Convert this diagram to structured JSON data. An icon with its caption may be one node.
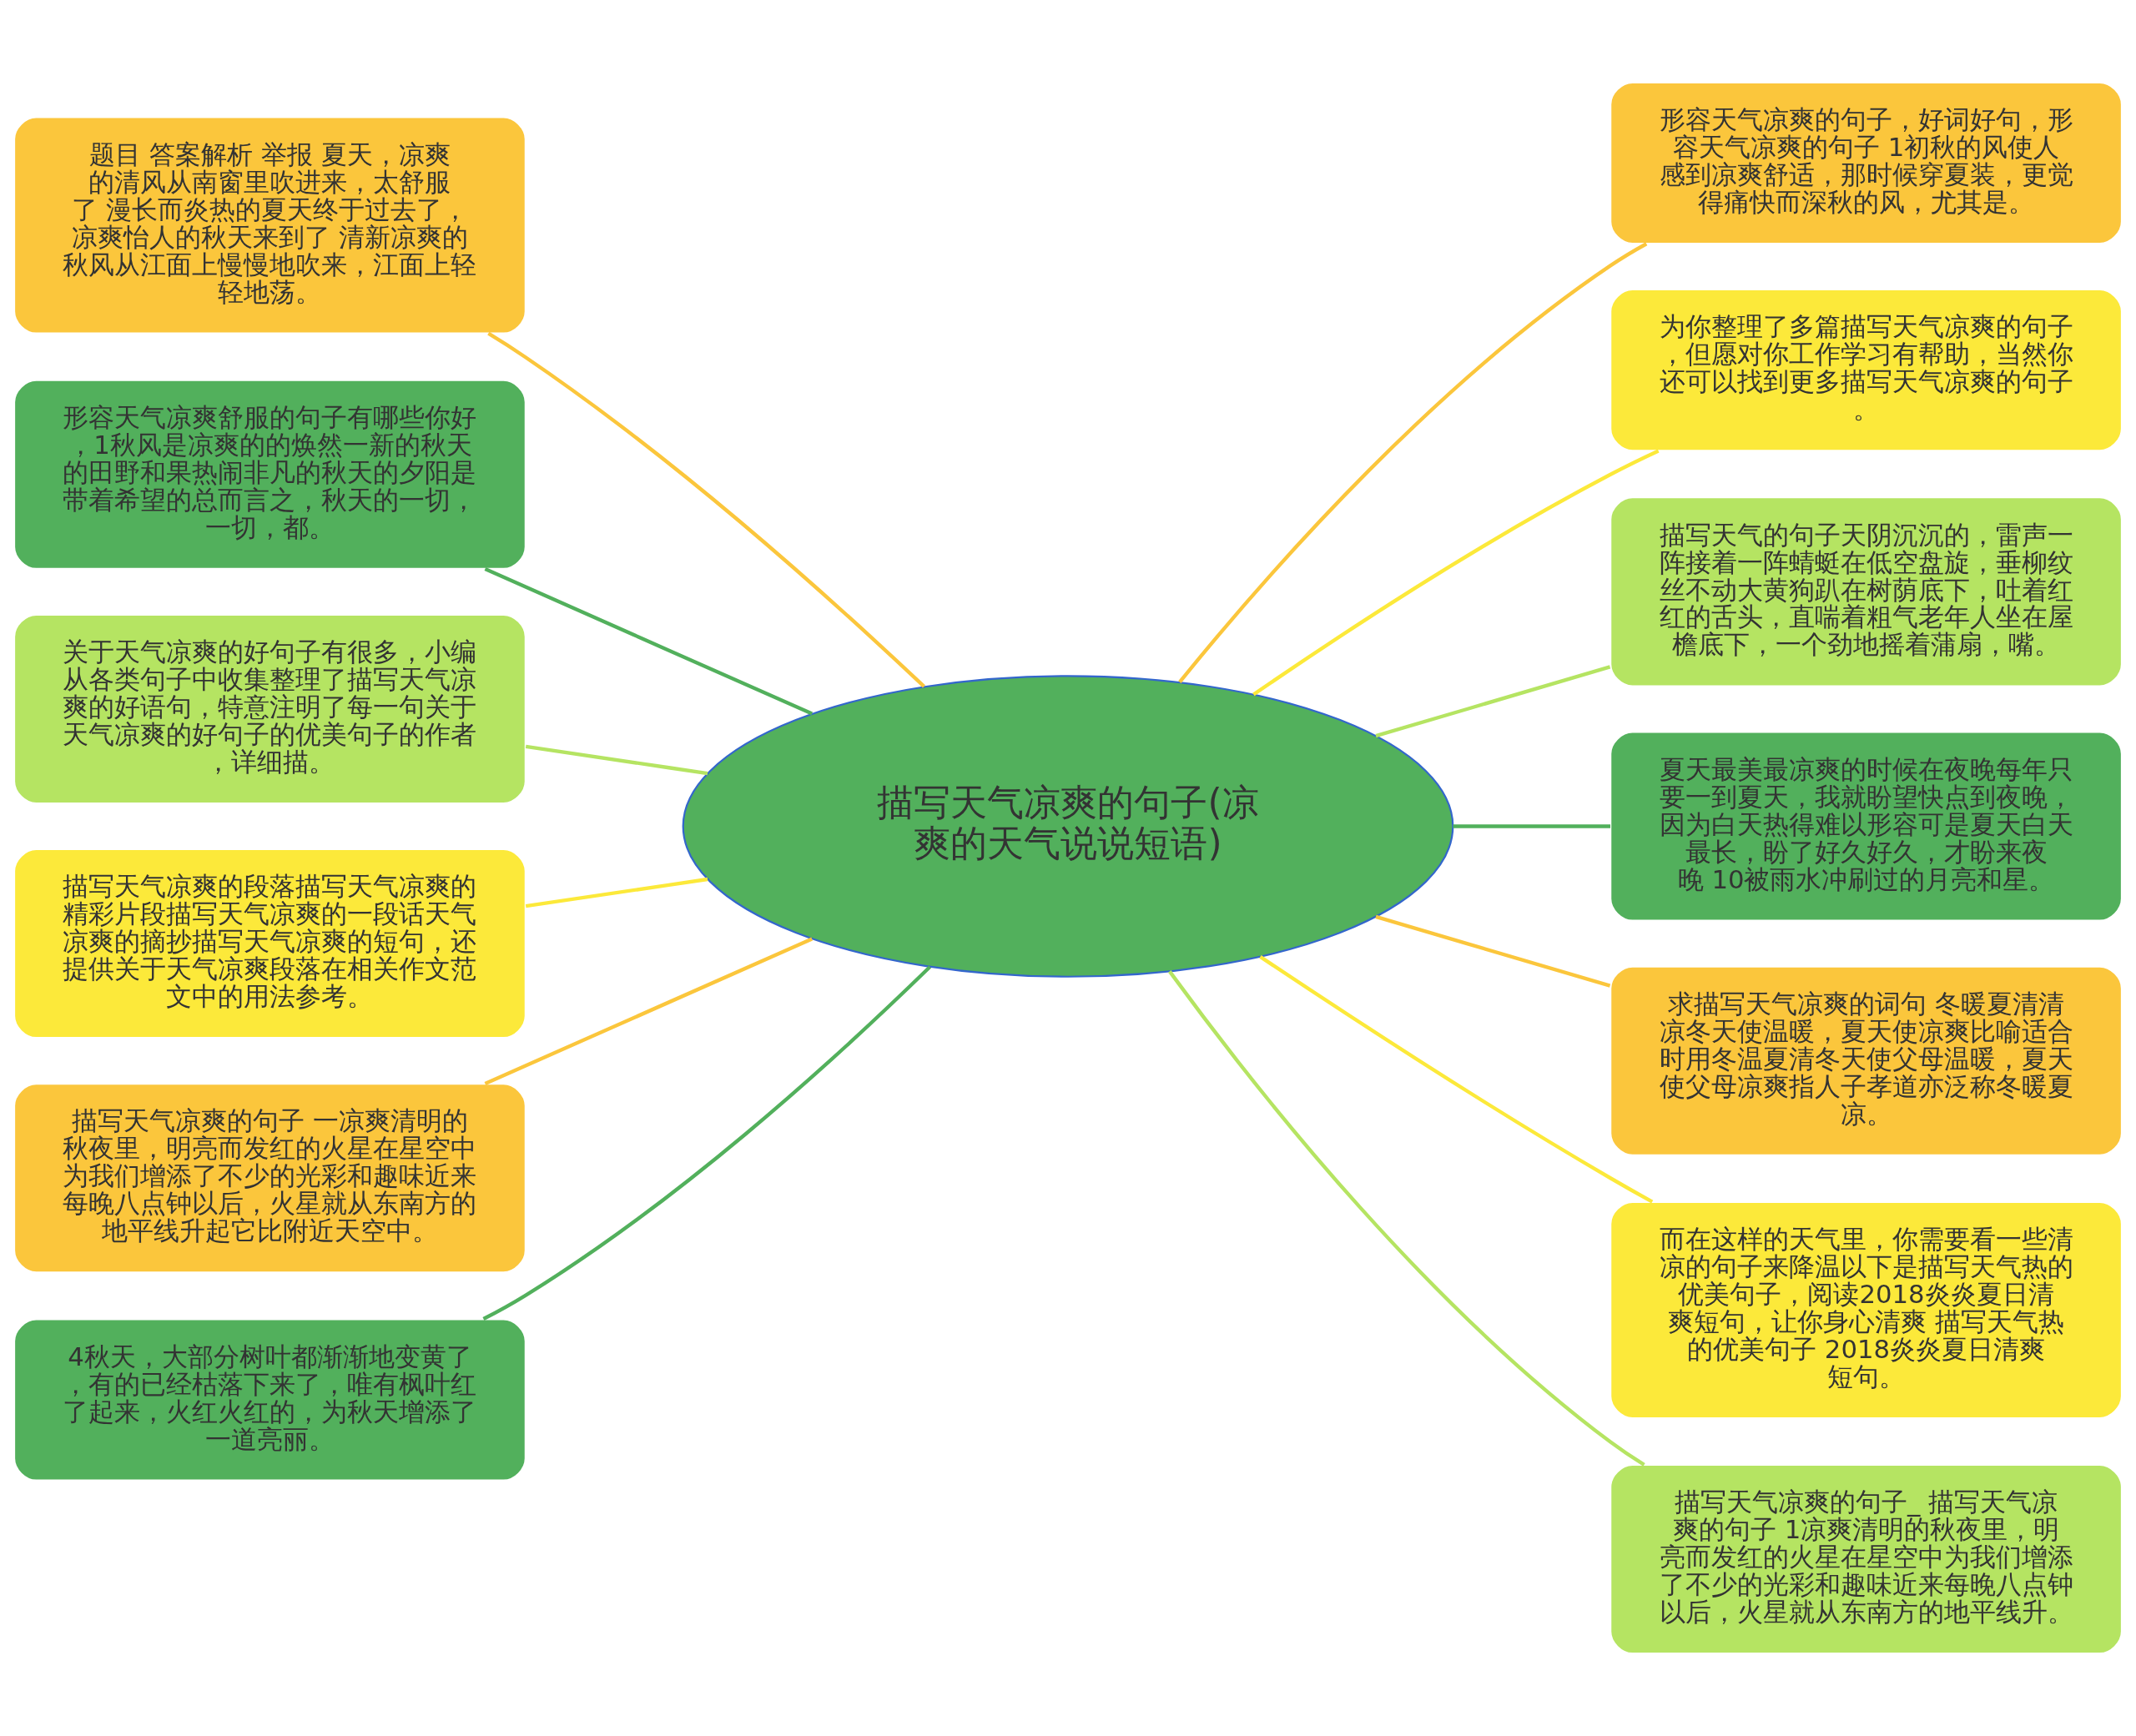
{
  "diagram": {
    "nodes": [
      {
        "text": [
          "描写天气凉爽的句子(凉爽的天气说说短语)"
        ]
      },
      {
        "text": [
          "题目 答案解析 举报 夏天，凉爽的清风从南窗里吹进来，太舒服了 漫长而炎热的夏天终于过去了，凉爽怡人的秋天来到了 清新凉爽的秋风从江面上慢慢地吹来，江面上轻轻地荡。"
        ]
      },
      {
        "text": [
          "形容天气凉爽舒服的句子有哪些你好，1秋风是凉爽的的焕然一新的秋天的田野和果热闹非凡的秋天的夕阳是带着希望的总而言之，秋天的一切，一切，都。"
        ]
      },
      {
        "text": [
          "关于天气凉爽的好句子有很多，小编从各类句子中收集整理了描写天气凉爽的好语句，特意注明了每一句关于天气凉爽的好句子的优美句子的作者，详细描。"
        ]
      },
      {
        "text": [
          "描写天气凉爽的段落描写天气凉爽的精彩片段描写天气凉爽的一段话天气凉爽的摘抄描写天气凉爽的短句，还提供关于天气凉爽段落在相关作文范文中的用法参考。"
        ]
      },
      {
        "text": [
          "描写天气凉爽的句子 一凉爽清明的秋夜里，明亮而发红的火星在星空中为我们增添了不少的光彩和趣味近来每晚八点钟以后，火星就从东南方的地平线升起它比附近天空中。"
        ]
      },
      {
        "text": [
          "4秋天，大部分树叶都渐渐地变黄了，有的已经枯落下来了，唯有枫叶红了起来，火红火红的，为秋天增添了一道亮丽。"
        ]
      },
      {
        "text": [
          "形容天气凉爽的句子，好词好句，形容天气凉爽的句子 1初秋的风使人感到凉爽舒适，那时候穿夏装，更觉得痛快而深秋的风，尤其是。"
        ]
      },
      {
        "text": [
          "为你整理了多篇描写天气凉爽的句子，但愿对你工作学习有帮助，当然你还可以找到更多描写天气凉爽的句子。"
        ]
      },
      {
        "text": [
          "描写天气的句子天阴沉沉的，雷声一阵接着一阵蜻蜓在低空盘旋，垂柳纹丝不动大黄狗趴在树荫底下，吐着红红的舌头，直喘着粗气老年人坐在屋檐底下，一个劲地摇着蒲扇，嘴。"
        ]
      },
      {
        "text": [
          "夏天最美最凉爽的时候在夜晚每年只要一到夏天，我就盼望快点到夜晚，因为白天热得难以形容可是夏天白天最长，盼了好久好久，才盼来夜晚 10被雨水冲刷过的月亮和星。"
        ]
      },
      {
        "text": [
          "求描写天气凉爽的词句 冬暖夏清清凉冬天使温暖，夏天使凉爽比喻适合时用冬温夏清冬天使父母温暖，夏天使父母凉爽指人子孝道亦泛称冬暖夏凉。"
        ]
      },
      {
        "text": [
          "而在这样的天气里，你需要看一些清凉的句子来降温以下是描写天气热的优美句子，阅读2018炎炎夏日清爽短句，让你身心清爽 描写天气热的优美句子 2018炎炎夏日清爽短句。"
        ]
      },
      {
        "text": [
          "描写天气凉爽的句子_ 描写天气凉爽的句子 1凉爽清明的秋夜里，明亮而发红的火星在星空中为我们增添了不少的光彩和趣味近来每晚八点钟以后，火星就从东南方的地平线升。"
        ]
      }
    ],
    "edges": [
      {
        "from": 0,
        "to": 1,
        "arrow": "none",
        "color": "#fbc63c"
      },
      {
        "from": 0,
        "to": 2,
        "arrow": "none",
        "color": "#52b05c"
      },
      {
        "from": 0,
        "to": 3,
        "arrow": "none",
        "color": "#b5e462"
      },
      {
        "from": 0,
        "to": 4,
        "arrow": "none",
        "color": "#fce93a"
      },
      {
        "from": 0,
        "to": 5,
        "arrow": "none",
        "color": "#fbc63c"
      },
      {
        "from": 0,
        "to": 6,
        "arrow": "none",
        "color": "#52b05c"
      },
      {
        "from": 0,
        "to": 7,
        "arrow": "none",
        "color": "#fbc63c"
      },
      {
        "from": 0,
        "to": 8,
        "arrow": "none",
        "color": "#fce93a"
      },
      {
        "from": 0,
        "to": 9,
        "arrow": "none",
        "color": "#b5e462"
      },
      {
        "from": 0,
        "to": 10,
        "arrow": "none",
        "color": "#52b05c"
      },
      {
        "from": 0,
        "to": 11,
        "arrow": "none",
        "color": "#fbc63c"
      },
      {
        "from": 0,
        "to": 12,
        "arrow": "none",
        "color": "#fce93a"
      },
      {
        "from": 0,
        "to": 13,
        "arrow": "none",
        "color": "#b5e462"
      }
    ]
  }
}
